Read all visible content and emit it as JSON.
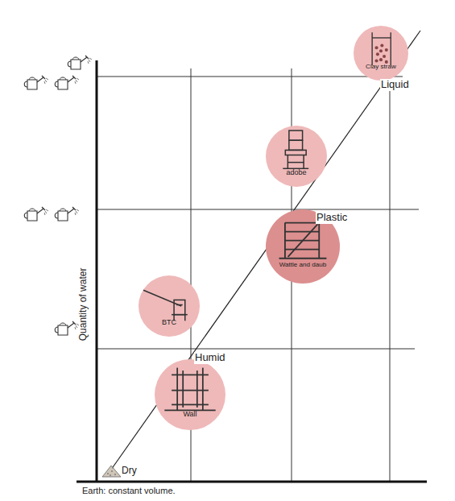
{
  "diagram": {
    "nodes": [
      {
        "text": [
          "Clay straw"
        ]
      },
      {
        "text": [
          "adobe"
        ]
      },
      {
        "text": [
          "Wattle and daub"
        ]
      },
      {
        "text": [
          "BTC"
        ]
      },
      {
        "text": [
          "Wall"
        ]
      }
    ],
    "labels": [
      "Quantity of water",
      "Liquid",
      "Plastic",
      "Humid",
      "Dry",
      "Earth: constant volume."
    ]
  }
}
